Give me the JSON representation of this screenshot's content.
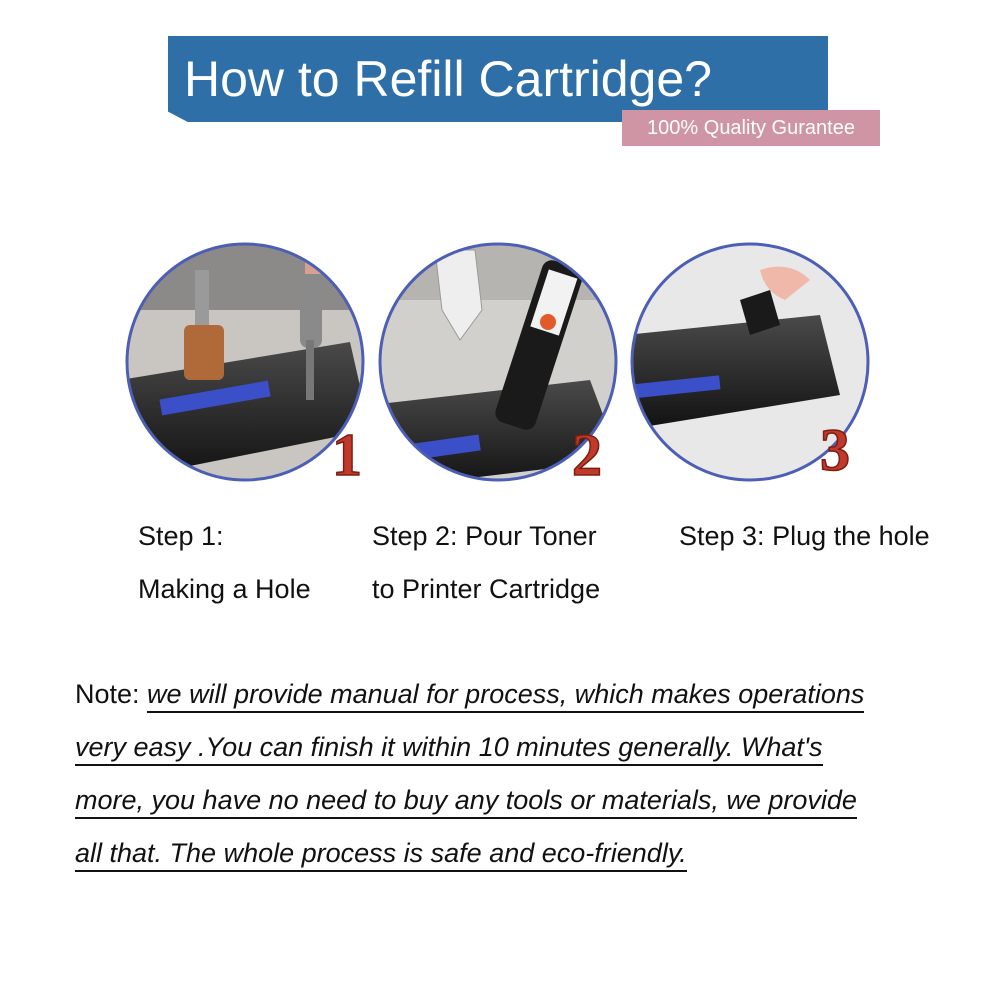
{
  "header": {
    "title": "How to Refill Cartridge?",
    "badge": "100% Quality Gurantee",
    "banner_color": "#2d6fa6",
    "badge_color": "#cf95a4"
  },
  "steps": [
    {
      "number": "1",
      "line1": "Step 1:",
      "line2": "Making a Hole",
      "icon": "drill-cartridge-icon"
    },
    {
      "number": "2",
      "line1": "Step 2: Pour Toner",
      "line2": "to Printer Cartridge",
      "icon": "toner-bottle-icon"
    },
    {
      "number": "3",
      "line1": "Step 3: Plug the hole",
      "line2": "",
      "icon": "plug-hole-icon"
    }
  ],
  "note": {
    "label": "Note: ",
    "lines": [
      "we will provide manual for process, which makes operations",
      "very easy .You can finish it within 10 minutes generally. What's",
      "more, you have no need to buy any tools or materials, we provide",
      "all that. The whole process is safe and eco-friendly."
    ]
  }
}
